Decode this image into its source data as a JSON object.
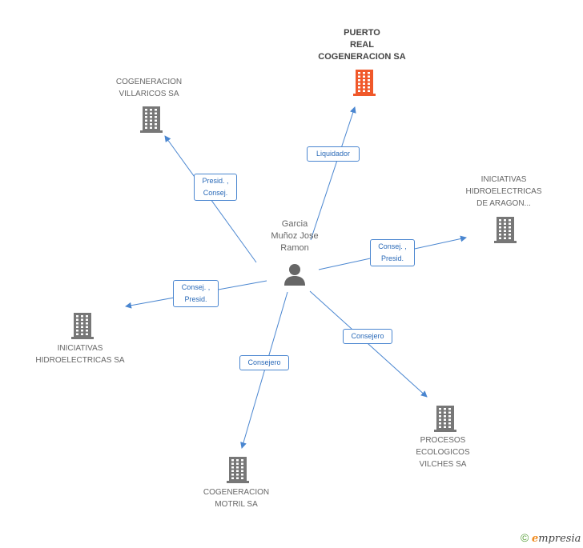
{
  "center": {
    "name": "Garcia\nMuñoz Jose\nRamon"
  },
  "nodes": {
    "puerto_real": {
      "name": "PUERTO\nREAL\nCOGENERACION SA",
      "highlight": true
    },
    "villaricos": {
      "name": "COGENERACION\nVILLARICOS SA"
    },
    "aragon": {
      "name": "INICIATIVAS\nHIDROELECTRICAS\nDE ARAGON..."
    },
    "iniciativas": {
      "name": "INICIATIVAS\nHIDROELECTRICAS SA"
    },
    "procesos": {
      "name": "PROCESOS\nECOLOGICOS\nVILCHES SA"
    },
    "motril": {
      "name": "COGENERACION\nMOTRIL SA"
    }
  },
  "edges": {
    "puerto_real": "Liquidador",
    "villaricos": "Presid. ,\nConsej.",
    "aragon": "Consej. ,\nPresid.",
    "iniciativas": "Consej. ,\nPresid.",
    "procesos": "Consejero",
    "motril": "Consejero"
  },
  "colors": {
    "edge": "#4a86d0",
    "building": "#777777",
    "building_highlight": "#f0582a",
    "person": "#666666"
  },
  "footer": {
    "copyright": "©",
    "brand_initial": "e",
    "brand_rest": "mpresia"
  }
}
